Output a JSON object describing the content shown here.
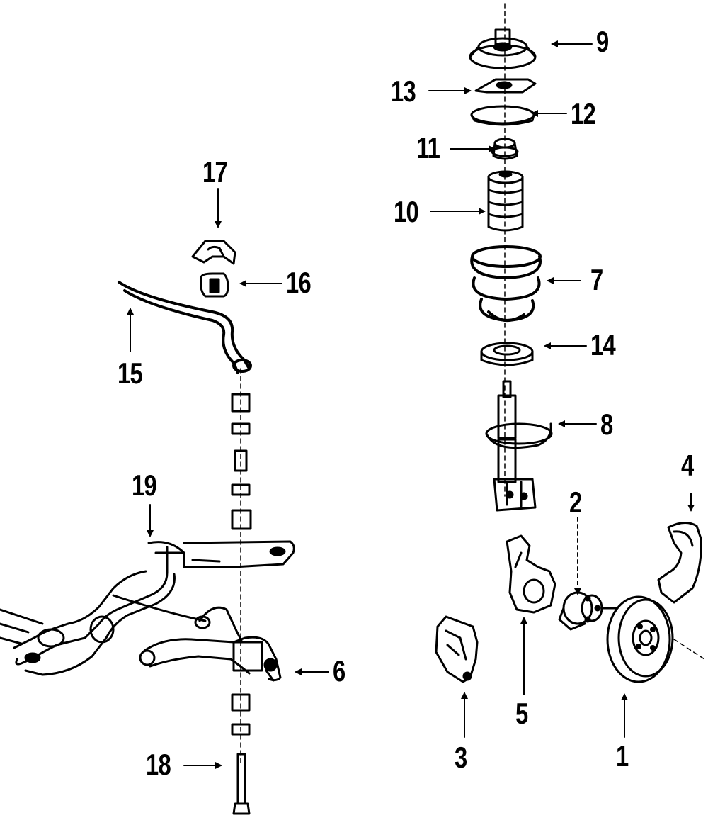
{
  "diagram": {
    "callouts": [
      {
        "id": "c1",
        "label": "1"
      },
      {
        "id": "c2",
        "label": "2"
      },
      {
        "id": "c3",
        "label": "3"
      },
      {
        "id": "c4",
        "label": "4"
      },
      {
        "id": "c5",
        "label": "5"
      },
      {
        "id": "c6",
        "label": "6"
      },
      {
        "id": "c7",
        "label": "7"
      },
      {
        "id": "c8",
        "label": "8"
      },
      {
        "id": "c9",
        "label": "9"
      },
      {
        "id": "c10",
        "label": "10"
      },
      {
        "id": "c11",
        "label": "11"
      },
      {
        "id": "c12",
        "label": "12"
      },
      {
        "id": "c13",
        "label": "13"
      },
      {
        "id": "c14",
        "label": "14"
      },
      {
        "id": "c15",
        "label": "15"
      },
      {
        "id": "c16",
        "label": "16"
      },
      {
        "id": "c17",
        "label": "17"
      },
      {
        "id": "c18",
        "label": "18"
      },
      {
        "id": "c19",
        "label": "19"
      }
    ],
    "colors": {
      "ink": "#000000",
      "paper": "#ffffff"
    }
  }
}
